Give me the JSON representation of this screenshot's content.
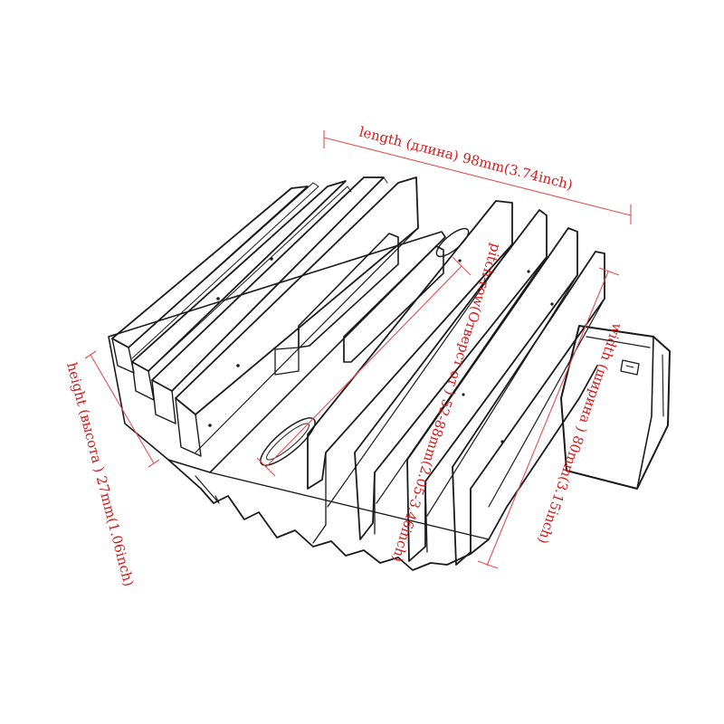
{
  "colors": {
    "dimension": "#d21a1a",
    "outline": "#1a1a1a",
    "background": "#ffffff"
  },
  "dimensions": {
    "length": "length (длина) 98mm(3.74inch)",
    "pitch_row": "pitch-row(Отверст от ) 52-88mm(2.05-3.46inch)",
    "width": "width (ширина ) 80mm(3.15inch)",
    "height": "height (высота ) 27mm(1.06inch)"
  }
}
